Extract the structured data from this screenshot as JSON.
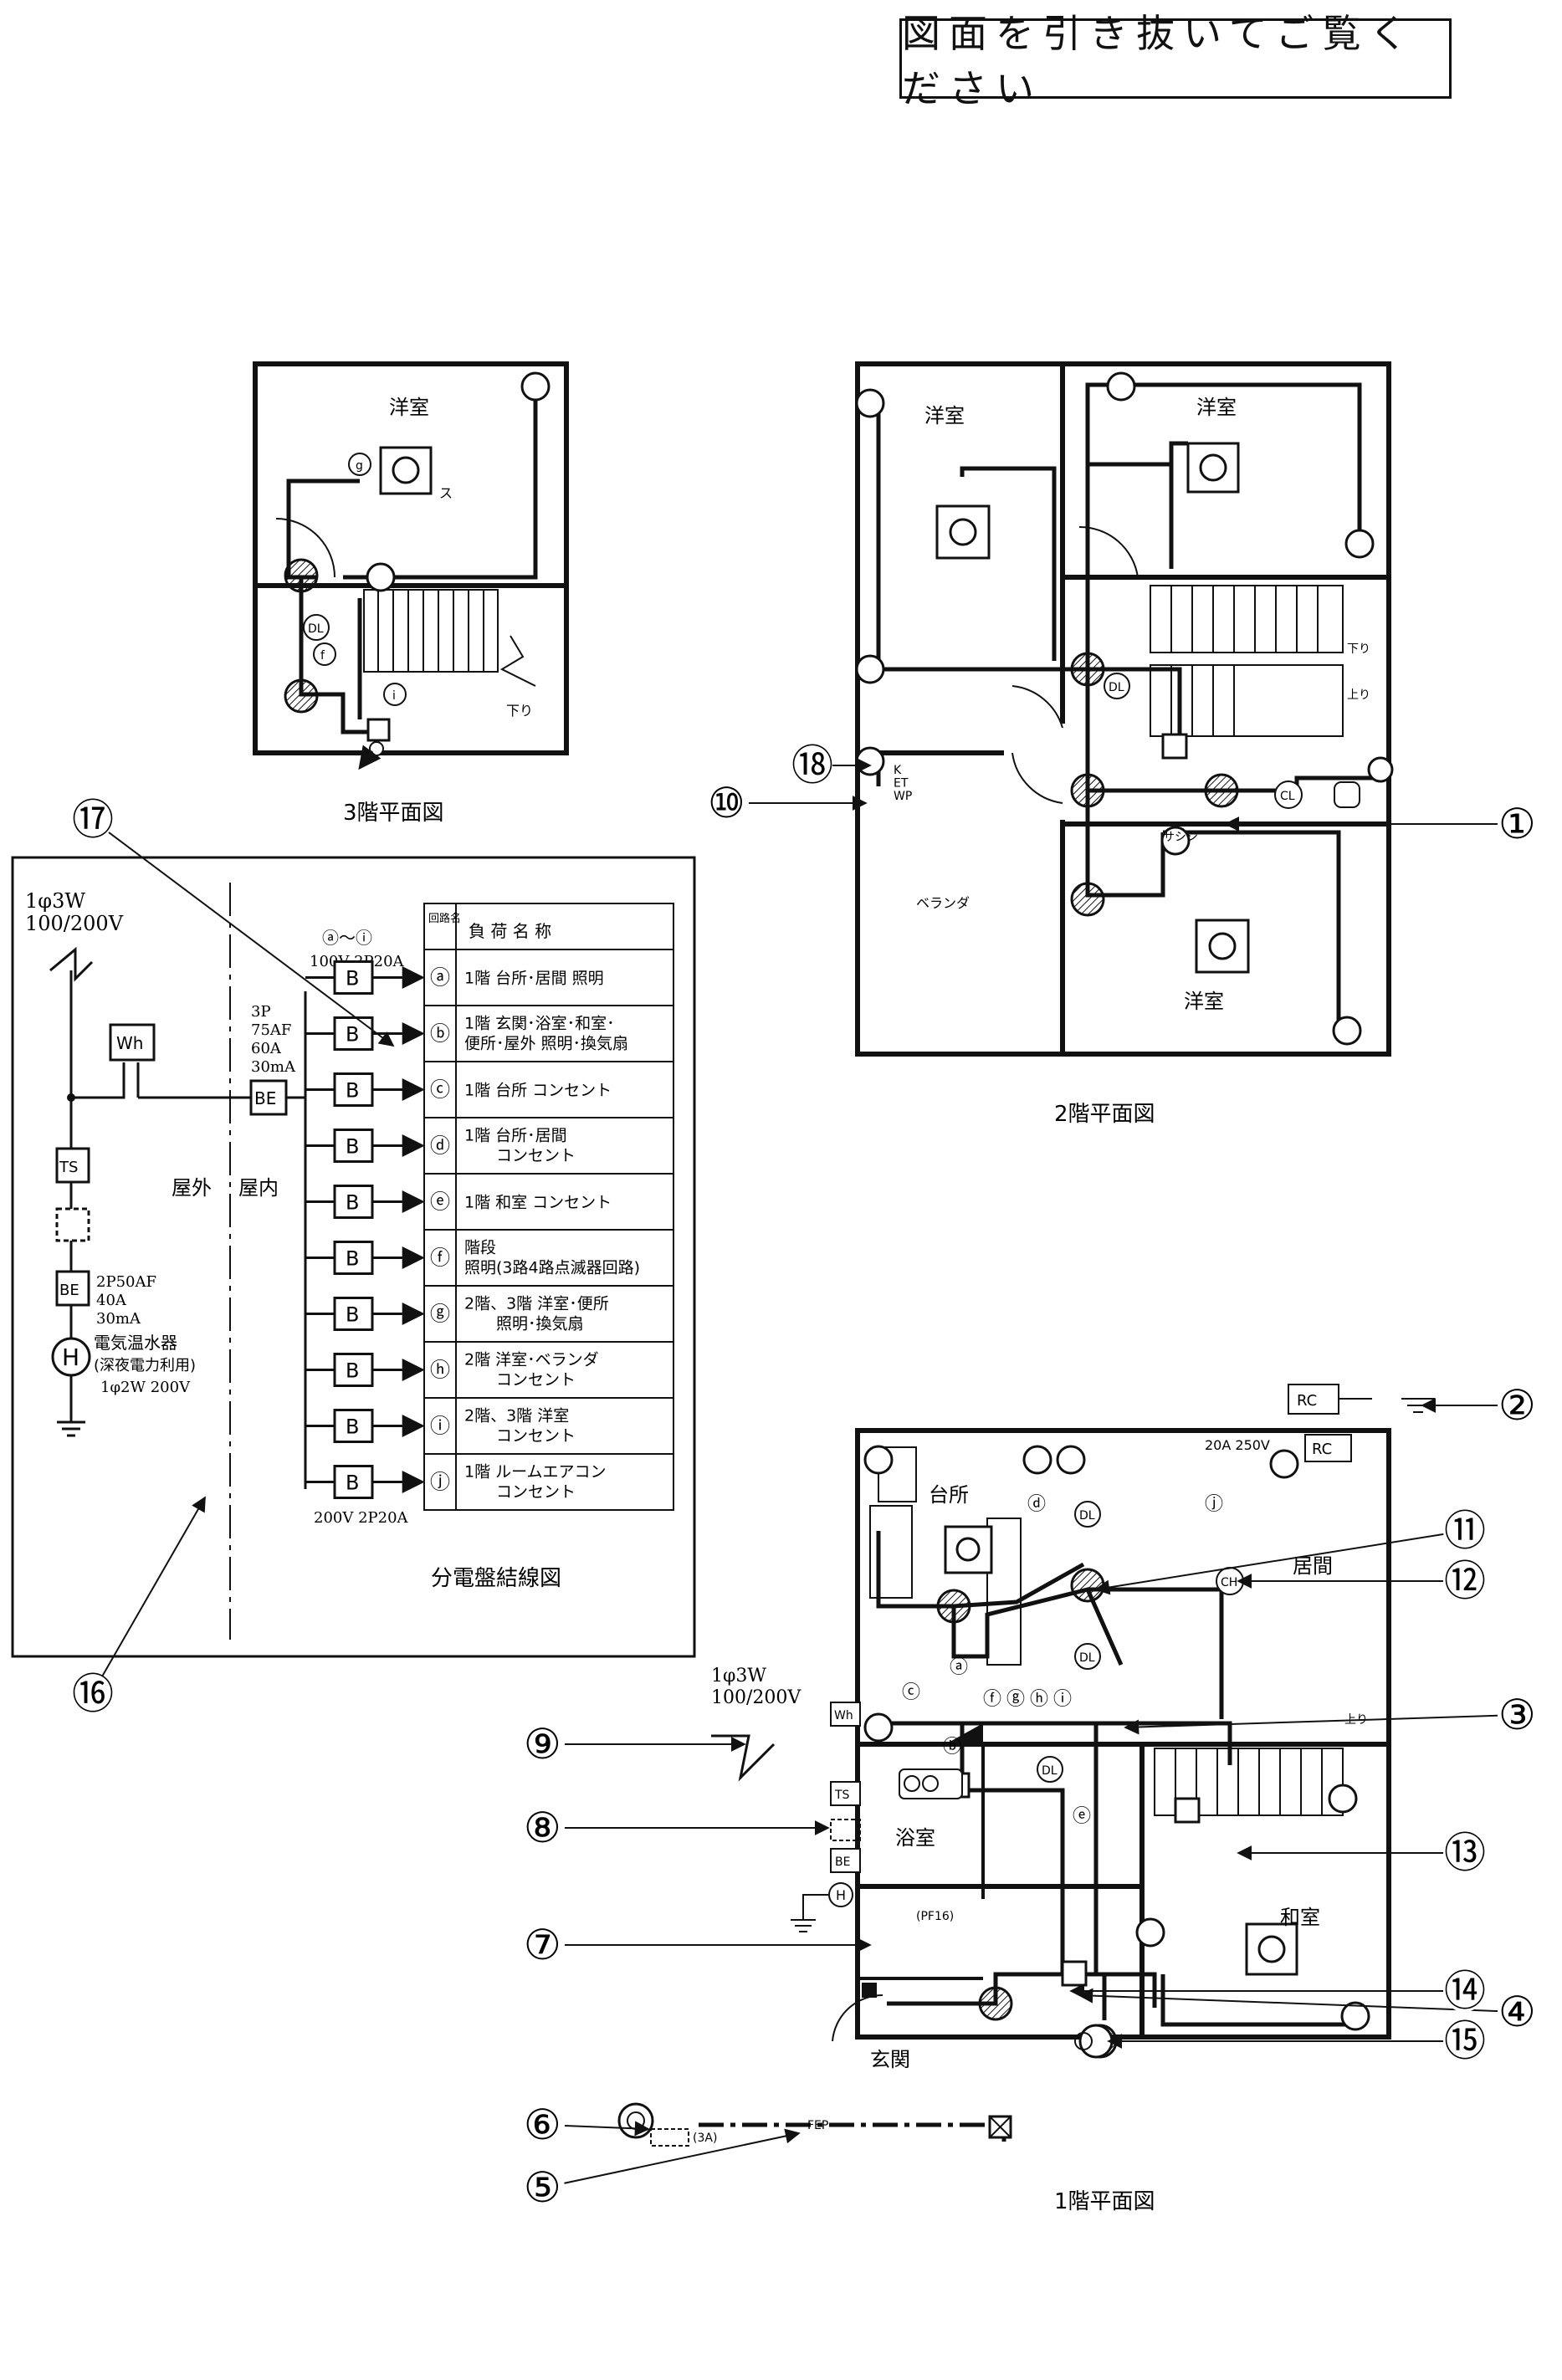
{
  "header": {
    "notice": "図面を引き抜いてご覧ください"
  },
  "floor3": {
    "title": "3階平面図",
    "room": "洋室",
    "stairs_down": "下り"
  },
  "floor2": {
    "title": "2階平面図",
    "rooms": {
      "west_room": "洋室",
      "east_room": "洋室",
      "south_room": "洋室",
      "veranda": "ベランダ"
    },
    "stairs_down": "下り",
    "stairs_up": "上り",
    "labels": {
      "sash": "サシシ",
      "outlet_marks": "K\nET\nWP"
    }
  },
  "floor1": {
    "title": "1階平面図",
    "rooms": {
      "kitchen": "台所",
      "living": "居間",
      "bath": "浴室",
      "tatami": "和室",
      "entrance": "玄関"
    },
    "stairs_up": "上り",
    "service": {
      "phase": "1φ3W",
      "voltage": "100/200V"
    },
    "outlet_label": "20A 250V",
    "rc_units": [
      "RC",
      "RC"
    ],
    "conduit": "FEP",
    "pf_label": "(PF16)",
    "fuse_label": "(3A)",
    "circuit_tags": [
      "ⓐ",
      "ⓑ",
      "ⓒ",
      "ⓓ",
      "ⓔ",
      "ⓕ",
      "ⓖ",
      "ⓗ",
      "ⓘ",
      "ⓙ"
    ],
    "meter": "Wh",
    "ts": "TS",
    "be": "BE",
    "heater": "H"
  },
  "panel": {
    "title": "分電盤結線図",
    "supply": {
      "phase": "1φ3W",
      "voltage": "100/200V"
    },
    "meter": "Wh",
    "ts": "TS",
    "outdoor": "屋外",
    "indoor": "屋内",
    "main_breaker": {
      "label": "BE",
      "spec": [
        "3P",
        "75AF",
        "60A",
        "30mA"
      ]
    },
    "heater_breaker": {
      "label": "BE",
      "spec": [
        "2P50AF",
        "40A",
        "30mA"
      ]
    },
    "heater": {
      "symbol": "H",
      "lines": [
        "電気温水器",
        "(深夜電力利用)",
        "1φ2W 200V"
      ]
    },
    "branch_top_label": "ⓐ～ⓘ",
    "branch_top_spec": "100V 2P20A",
    "branch_bottom_spec": "200V 2P20A",
    "table_header": {
      "circuit": "回路名",
      "load": "負 荷 名 称"
    },
    "circuits": [
      {
        "id": "ⓐ",
        "breaker": "B",
        "load": "1階 台所･居間 照明"
      },
      {
        "id": "ⓑ",
        "breaker": "B",
        "load": "1階 玄関･浴室･和室･\n便所･屋外 照明･換気扇"
      },
      {
        "id": "ⓒ",
        "breaker": "B",
        "load": "1階 台所 コンセント"
      },
      {
        "id": "ⓓ",
        "breaker": "B",
        "load": "1階 台所･居間\n　　コンセント"
      },
      {
        "id": "ⓔ",
        "breaker": "B",
        "load": "1階 和室 コンセント"
      },
      {
        "id": "ⓕ",
        "breaker": "B",
        "load": "階段\n照明(3路4路点滅器回路)"
      },
      {
        "id": "ⓖ",
        "breaker": "B",
        "load": "2階、3階 洋室･便所\n　　照明･換気扇"
      },
      {
        "id": "ⓗ",
        "breaker": "B",
        "load": "2階 洋室･ベランダ\n　　コンセント"
      },
      {
        "id": "ⓘ",
        "breaker": "B",
        "load": "2階、3階 洋室\n　　コンセント"
      },
      {
        "id": "ⓙ",
        "breaker": "B",
        "load": "1階 ルームエアコン\n　　コンセント"
      }
    ]
  },
  "callouts": [
    "①",
    "②",
    "③",
    "④",
    "⑤",
    "⑥",
    "⑦",
    "⑧",
    "⑨",
    "⑩",
    "⑪",
    "⑫",
    "⑬",
    "⑭",
    "⑮",
    "⑯",
    "⑰",
    "⑱"
  ]
}
